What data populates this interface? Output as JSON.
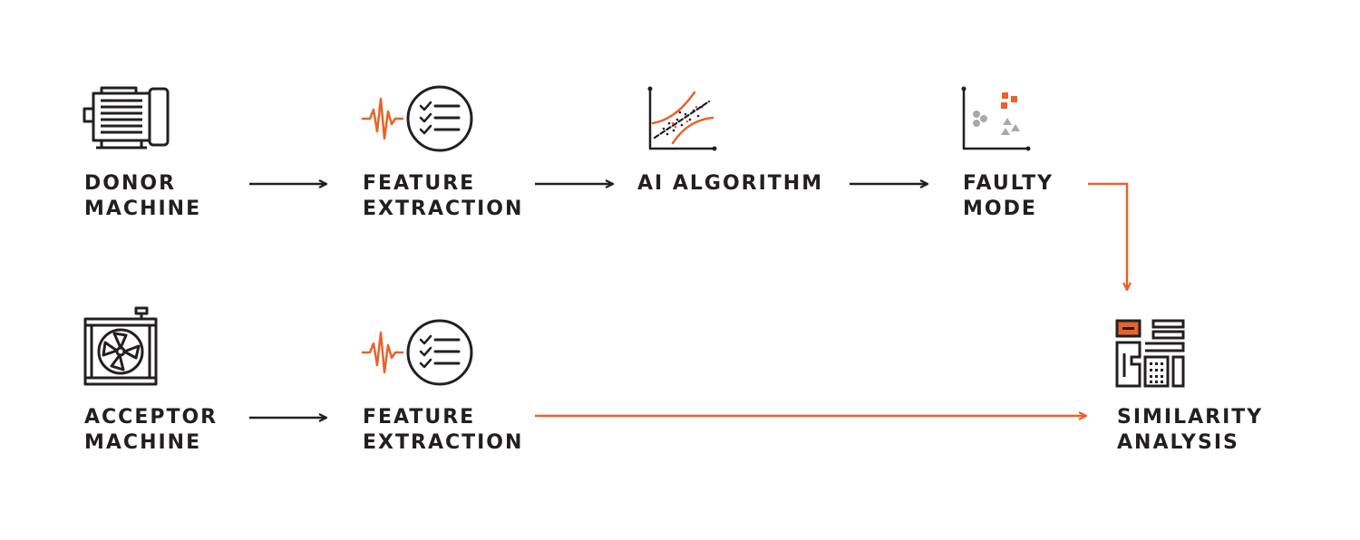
{
  "colors": {
    "ink": "#231f20",
    "accent": "#e8632b",
    "gray": "#a7a9ac"
  },
  "nodes": {
    "donor_machine": {
      "line1": "DONOR",
      "line2": "MACHINE",
      "icon": "electric-motor-icon"
    },
    "feature_extraction_top": {
      "line1": "FEATURE",
      "line2": "EXTRACTION",
      "icon": "signal-checklist-icon"
    },
    "ai_algorithm": {
      "line1": "AI ALGORITHM",
      "icon": "regression-scatter-icon"
    },
    "faulty_mode": {
      "line1": "FAULTY",
      "line2": "MODE",
      "icon": "cluster-scatter-icon"
    },
    "acceptor_machine": {
      "line1": "ACCEPTOR",
      "line2": "MACHINE",
      "icon": "radiator-fan-icon"
    },
    "feature_extraction_bottom": {
      "line1": "FEATURE",
      "line2": "EXTRACTION",
      "icon": "signal-checklist-icon"
    },
    "similarity_analysis": {
      "line1": "SIMILARITY",
      "line2": "ANALYSIS",
      "icon": "dashboard-layout-icon"
    }
  }
}
